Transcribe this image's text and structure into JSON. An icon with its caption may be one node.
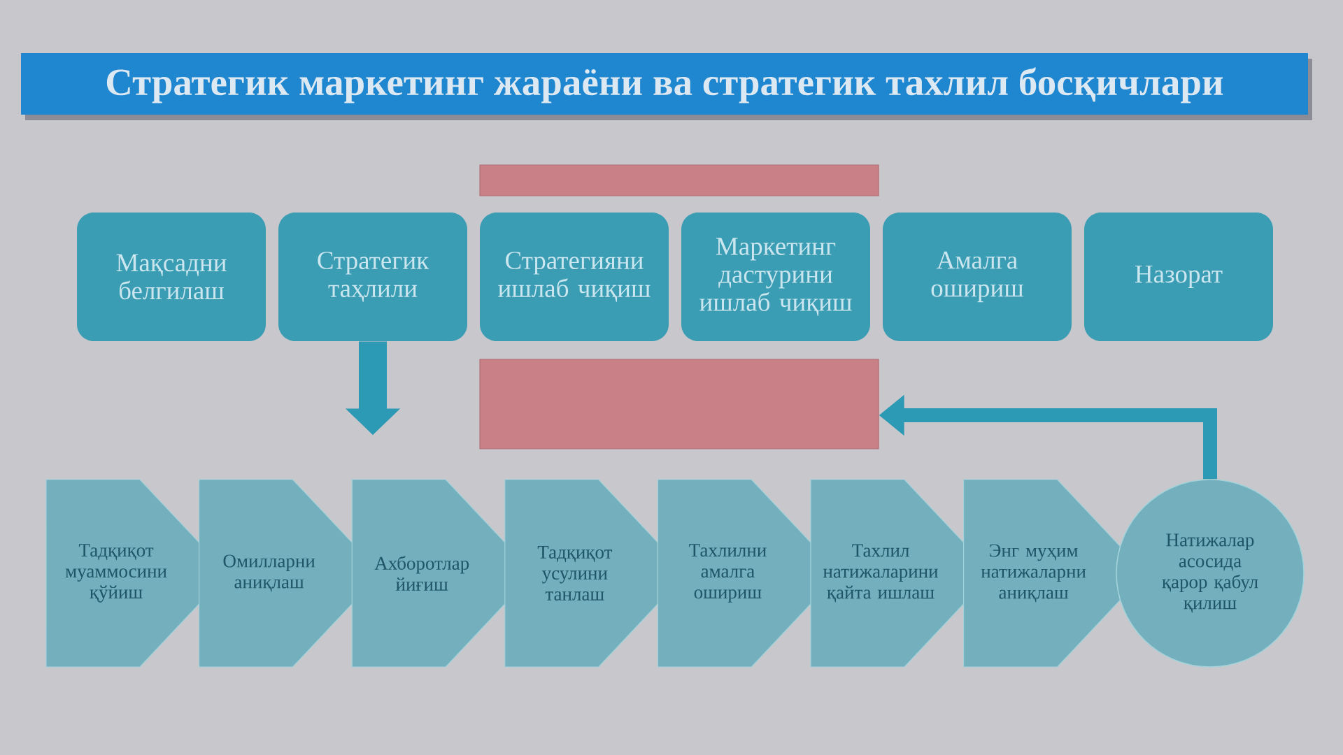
{
  "diagram": {
    "title": "Стратегик маркетинг жараёни ва стратегик тахлил босқичлари",
    "nodes": [
      {
        "text": [],
        "shape": "box"
      },
      {
        "text": [
          "Мақсадни белгилаш"
        ]
      },
      {
        "text": [
          "Стратегик таҳлили"
        ]
      },
      {
        "text": [
          "Стратегияни ишлаб чиқиш"
        ]
      },
      {
        "text": [
          "Маркетинг дастурини ишлаб чиқиш"
        ]
      },
      {
        "text": [
          "Амалга ошириш"
        ]
      },
      {
        "text": [
          "Назорат"
        ]
      },
      {
        "text": [],
        "shape": "box"
      },
      {
        "text": [
          "Тадқиқот муаммосини қўйиш"
        ]
      },
      {
        "text": [
          "Омилларни аниқлаш"
        ]
      },
      {
        "text": [
          "Ахборотлар йиғиш"
        ]
      },
      {
        "text": [
          "Тадқиқот усулини танлаш"
        ]
      },
      {
        "text": [
          "Тахлилни амалга ошириш"
        ]
      },
      {
        "text": [
          "Тахлил натижаларини қайта ишлаш"
        ]
      },
      {
        "text": [
          "Энг муҳим натижаларни аниқлаш"
        ]
      },
      {
        "text": [
          "Натижалар асосида қарор қабул қилиш"
        ]
      }
    ],
    "edges": [
      {
        "from": 2,
        "to": null,
        "arrow": "to",
        "style": "thick"
      },
      {
        "from": 15,
        "to": 7,
        "arrow": "to"
      }
    ]
  }
}
